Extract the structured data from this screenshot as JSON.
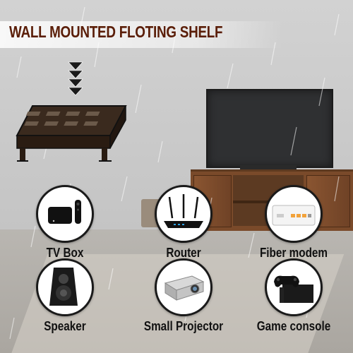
{
  "header": {
    "title": "WALL MOUNTED FLOTING SHELF"
  },
  "devices": [
    {
      "label": "TV Box",
      "icon": "tv-box-icon"
    },
    {
      "label": "Router",
      "icon": "router-icon"
    },
    {
      "label": "Fiber modem",
      "icon": "fiber-modem-icon"
    },
    {
      "label": "Speaker",
      "icon": "speaker-icon"
    },
    {
      "label": "Small Projector",
      "icon": "projector-icon"
    },
    {
      "label": "Game console",
      "icon": "game-console-icon"
    }
  ],
  "colors": {
    "title": "#5a1d07",
    "shelf": "#3a2a1e",
    "cabinet": "#7a4a2a"
  }
}
